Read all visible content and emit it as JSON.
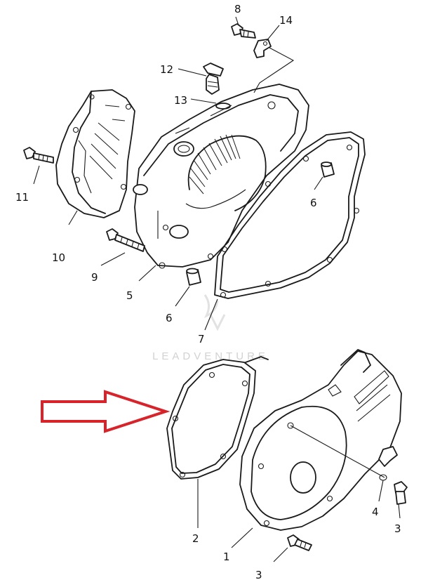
{
  "diagram": {
    "watermark": "LEADVENTURE",
    "arrow_color": "#d9232a",
    "callouts": [
      {
        "id": "c8",
        "text": "8"
      },
      {
        "id": "c14",
        "text": "14"
      },
      {
        "id": "c12",
        "text": "12"
      },
      {
        "id": "c13",
        "text": "13"
      },
      {
        "id": "c11",
        "text": "11"
      },
      {
        "id": "c10",
        "text": "10"
      },
      {
        "id": "c9",
        "text": "9"
      },
      {
        "id": "c5",
        "text": "5"
      },
      {
        "id": "c6a",
        "text": "6"
      },
      {
        "id": "c6b",
        "text": "6"
      },
      {
        "id": "c7",
        "text": "7"
      },
      {
        "id": "c4",
        "text": "4"
      },
      {
        "id": "c3a",
        "text": "3"
      },
      {
        "id": "c3b",
        "text": "3"
      },
      {
        "id": "c2",
        "text": "2"
      },
      {
        "id": "c1",
        "text": "1"
      }
    ]
  }
}
